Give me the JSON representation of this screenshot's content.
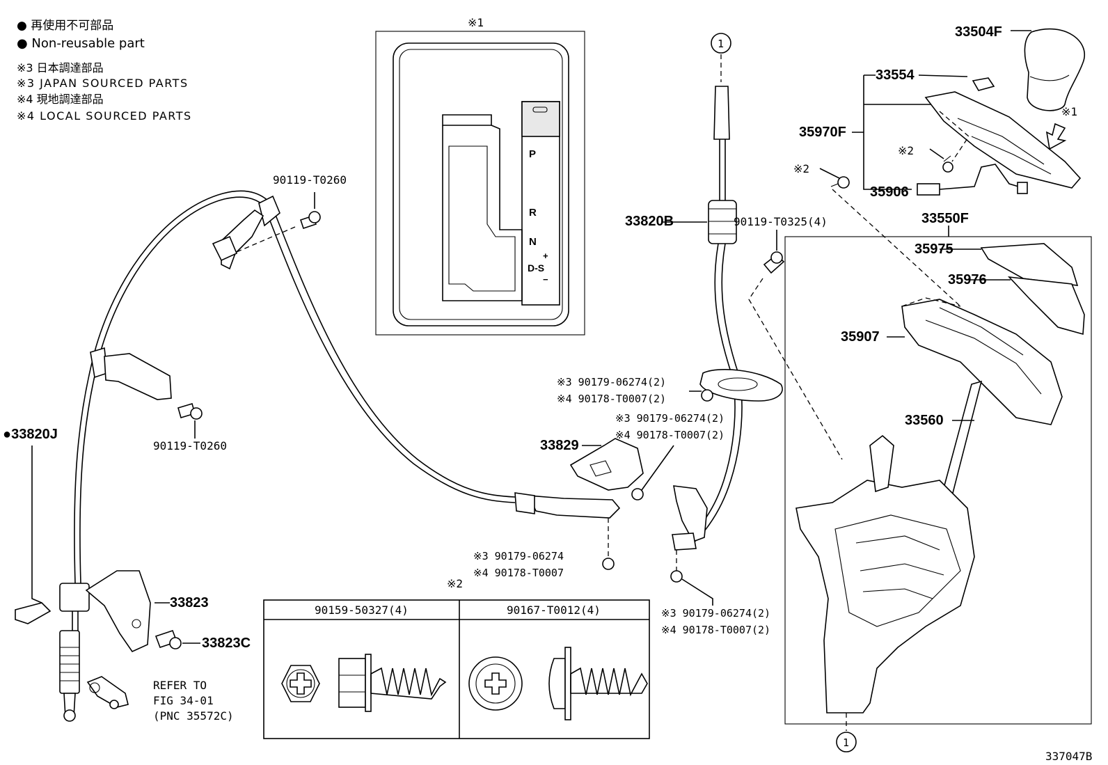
{
  "legend": {
    "line1": "● 再使用不可部品",
    "line2": "● Non-reusable part",
    "line3": "※3 日本調達部品",
    "line4": "※3 JAPAN SOURCED PARTS",
    "line5": "※4 現地調達部品",
    "line6": "※4 LOCAL SOURCED PARTS"
  },
  "inset1": {
    "title": "※1",
    "gear_p": "P",
    "gear_r": "R",
    "gear_n": "N",
    "gear_ds": "D-S",
    "gear_plus": "+",
    "gear_minus": "−"
  },
  "inset2": {
    "title": "※2",
    "col1": "90159-50327(4)",
    "col2": "90167-T0012(4)"
  },
  "labels": {
    "p33504F": "33504F",
    "p33554": "33554",
    "p35970F": "35970F",
    "p35906": "35906",
    "p33550F": "33550F",
    "p35975": "35975",
    "p35976": "35976",
    "p35907": "35907",
    "p33560": "33560",
    "p33820B": "33820B",
    "p33820J": "●33820J",
    "p33829": "33829",
    "p33823": "33823",
    "p33823C": "33823C",
    "bolt_top": "90119-T0260",
    "bolt_mid": "90119-T0260",
    "bolt_33820B": "90119-T0325(4)",
    "nut_a3": "※3 90179-06274(2)",
    "nut_a4": "※4 90178-T0007(2)",
    "nut_b3": "※3 90179-06274(2)",
    "nut_b4": "※4 90178-T0007(2)",
    "nut_c3": "※3 90179-06274",
    "nut_c4": "※4 90178-T0007",
    "nut_d3": "※3 90179-06274(2)",
    "nut_d4": "※4 90178-T0007(2)",
    "mark_1a": "※1",
    "mark_2a": "※2",
    "mark_2b": "※2",
    "circle_top": "1",
    "circle_bottom": "1",
    "refer1": "REFER TO",
    "refer2": "FIG 34-01",
    "refer3": "(PNC 35572C)",
    "figure_id": "337047B"
  }
}
